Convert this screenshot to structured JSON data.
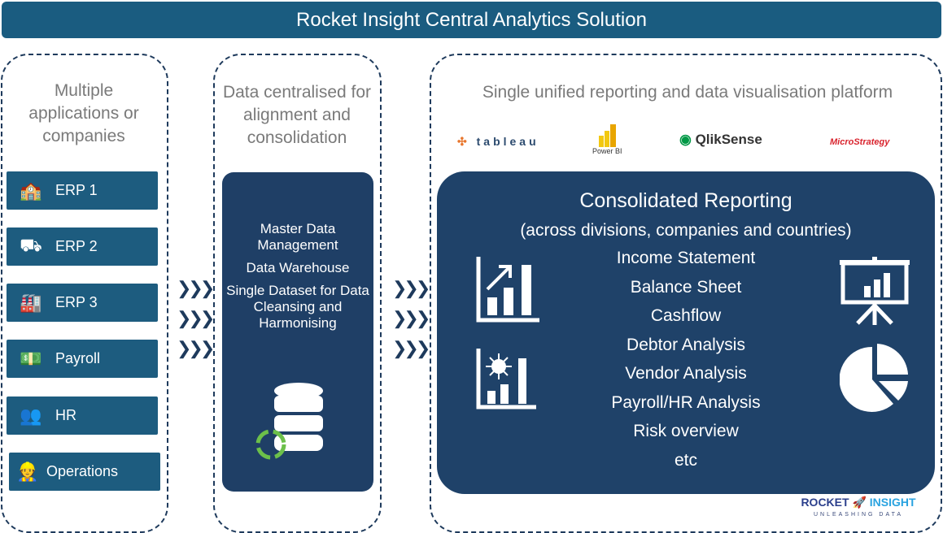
{
  "title": "Rocket Insight Central Analytics Solution",
  "columns": {
    "left_heading": "Multiple applications or companies",
    "middle_heading": "Data centralised for alignment and consolidation",
    "right_heading": "Single unified reporting and data visualisation platform"
  },
  "apps": [
    {
      "label": "ERP 1",
      "icon": "building-icon"
    },
    {
      "label": "ERP 2",
      "icon": "hand-truck-icon"
    },
    {
      "label": "ERP 3",
      "icon": "factory-icon"
    },
    {
      "label": "Payroll",
      "icon": "money-hand-icon"
    },
    {
      "label": "HR",
      "icon": "people-icon"
    },
    {
      "label": "Operations",
      "icon": "workers-icon"
    }
  ],
  "middle_items": [
    "Master Data Management",
    "Data Warehouse",
    "Single Dataset for Data Cleansing and Harmonising"
  ],
  "tools": [
    "tableau",
    "Power BI",
    "QlikSense",
    "MicroStrategy"
  ],
  "report": {
    "title": "Consolidated Reporting",
    "subtitle": "(across divisions, companies and countries)",
    "items": [
      "Income Statement",
      "Balance Sheet",
      "Cashflow",
      "Debtor Analysis",
      "Vendor Analysis",
      "Payroll/HR Analysis",
      "Risk overview",
      "etc"
    ]
  },
  "brand": {
    "name_left": "ROCKET",
    "name_right": "INSIGHT",
    "tagline": "UNLEASHING DATA"
  },
  "colors": {
    "header": "#1a5c80",
    "app": "#1d5c7f",
    "middle": "#1f3f66",
    "report": "#1f4269",
    "accent_green": "#6cc04a"
  }
}
